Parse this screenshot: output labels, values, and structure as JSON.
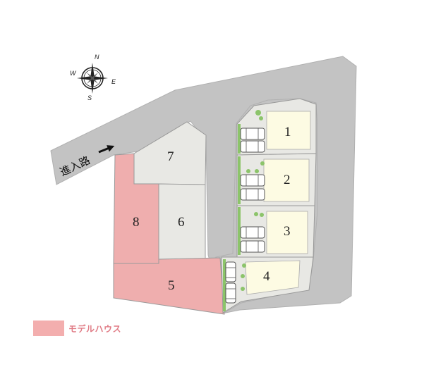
{
  "compass": {
    "n": "N",
    "s": "S",
    "e": "E",
    "w": "W"
  },
  "road": {
    "label": "進入路"
  },
  "lots": {
    "lot1": "1",
    "lot2": "2",
    "lot3": "3",
    "lot4": "4",
    "lot5": "5",
    "lot6": "6",
    "lot7": "7",
    "lot8": "8"
  },
  "legend": {
    "label": "モデルハウス",
    "color": "#f3aeae"
  },
  "colors": {
    "road": "#c3c3c3",
    "lot_available": "#e8e8e4",
    "lot_model": "#efaeae",
    "house": "#fdfbe3"
  }
}
